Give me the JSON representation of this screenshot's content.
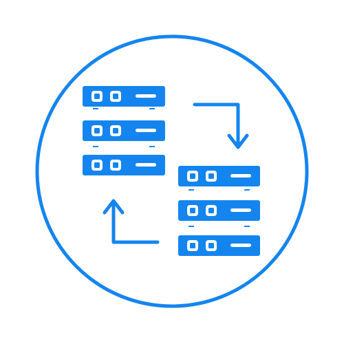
{
  "icon": {
    "name": "server-data-sync-icon",
    "accent_color": "#1485EE",
    "background_color": "#FFFFFF",
    "server_stacks": [
      {
        "name": "source-server-stack",
        "units": 3
      },
      {
        "name": "target-server-stack",
        "units": 3
      }
    ],
    "arrows": [
      {
        "name": "forward-transfer-arrow-icon"
      },
      {
        "name": "return-transfer-arrow-icon"
      }
    ]
  }
}
